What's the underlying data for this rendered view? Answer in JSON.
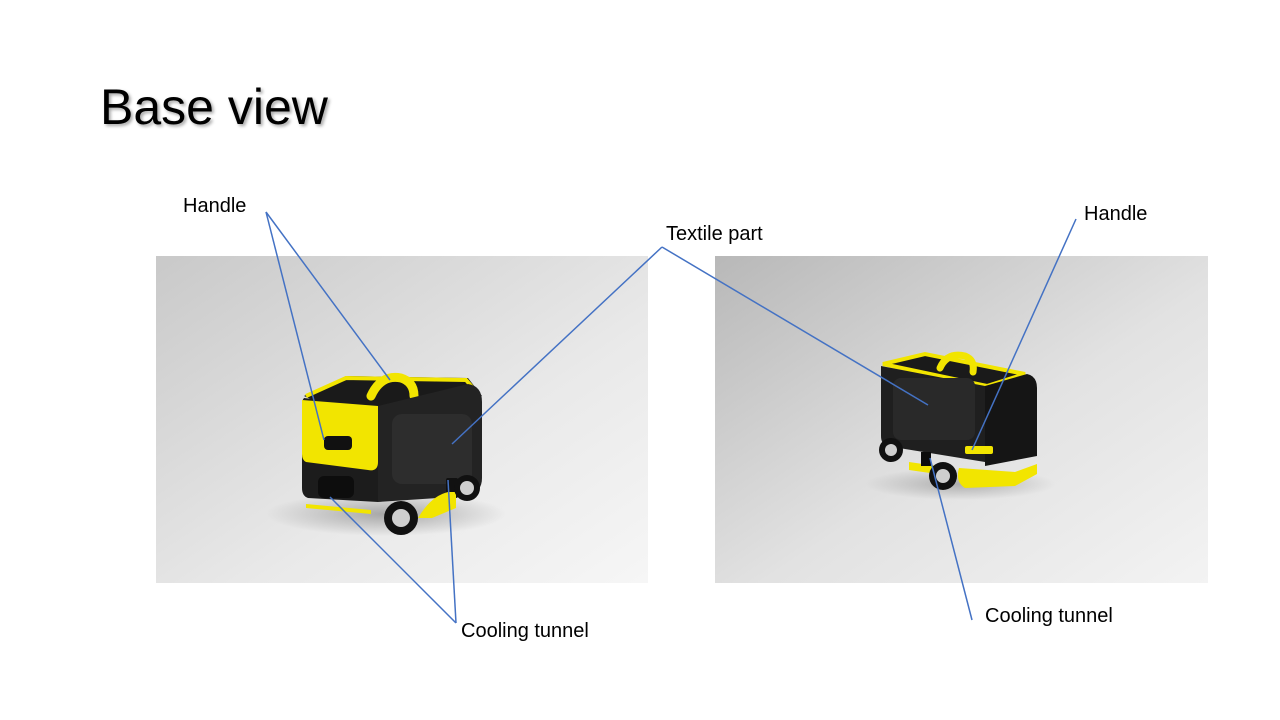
{
  "slide": {
    "title": "Base view"
  },
  "left_view": {
    "handle_label": "Handle",
    "cooling_label": "Cooling tunnel"
  },
  "right_view": {
    "handle_label": "Handle",
    "cooling_label": "Cooling tunnel"
  },
  "shared": {
    "textile_label": "Textile part"
  },
  "colors": {
    "leader_line": "#4472c4",
    "robot_body": "#1e1e1e",
    "robot_accent": "#f2e500"
  }
}
